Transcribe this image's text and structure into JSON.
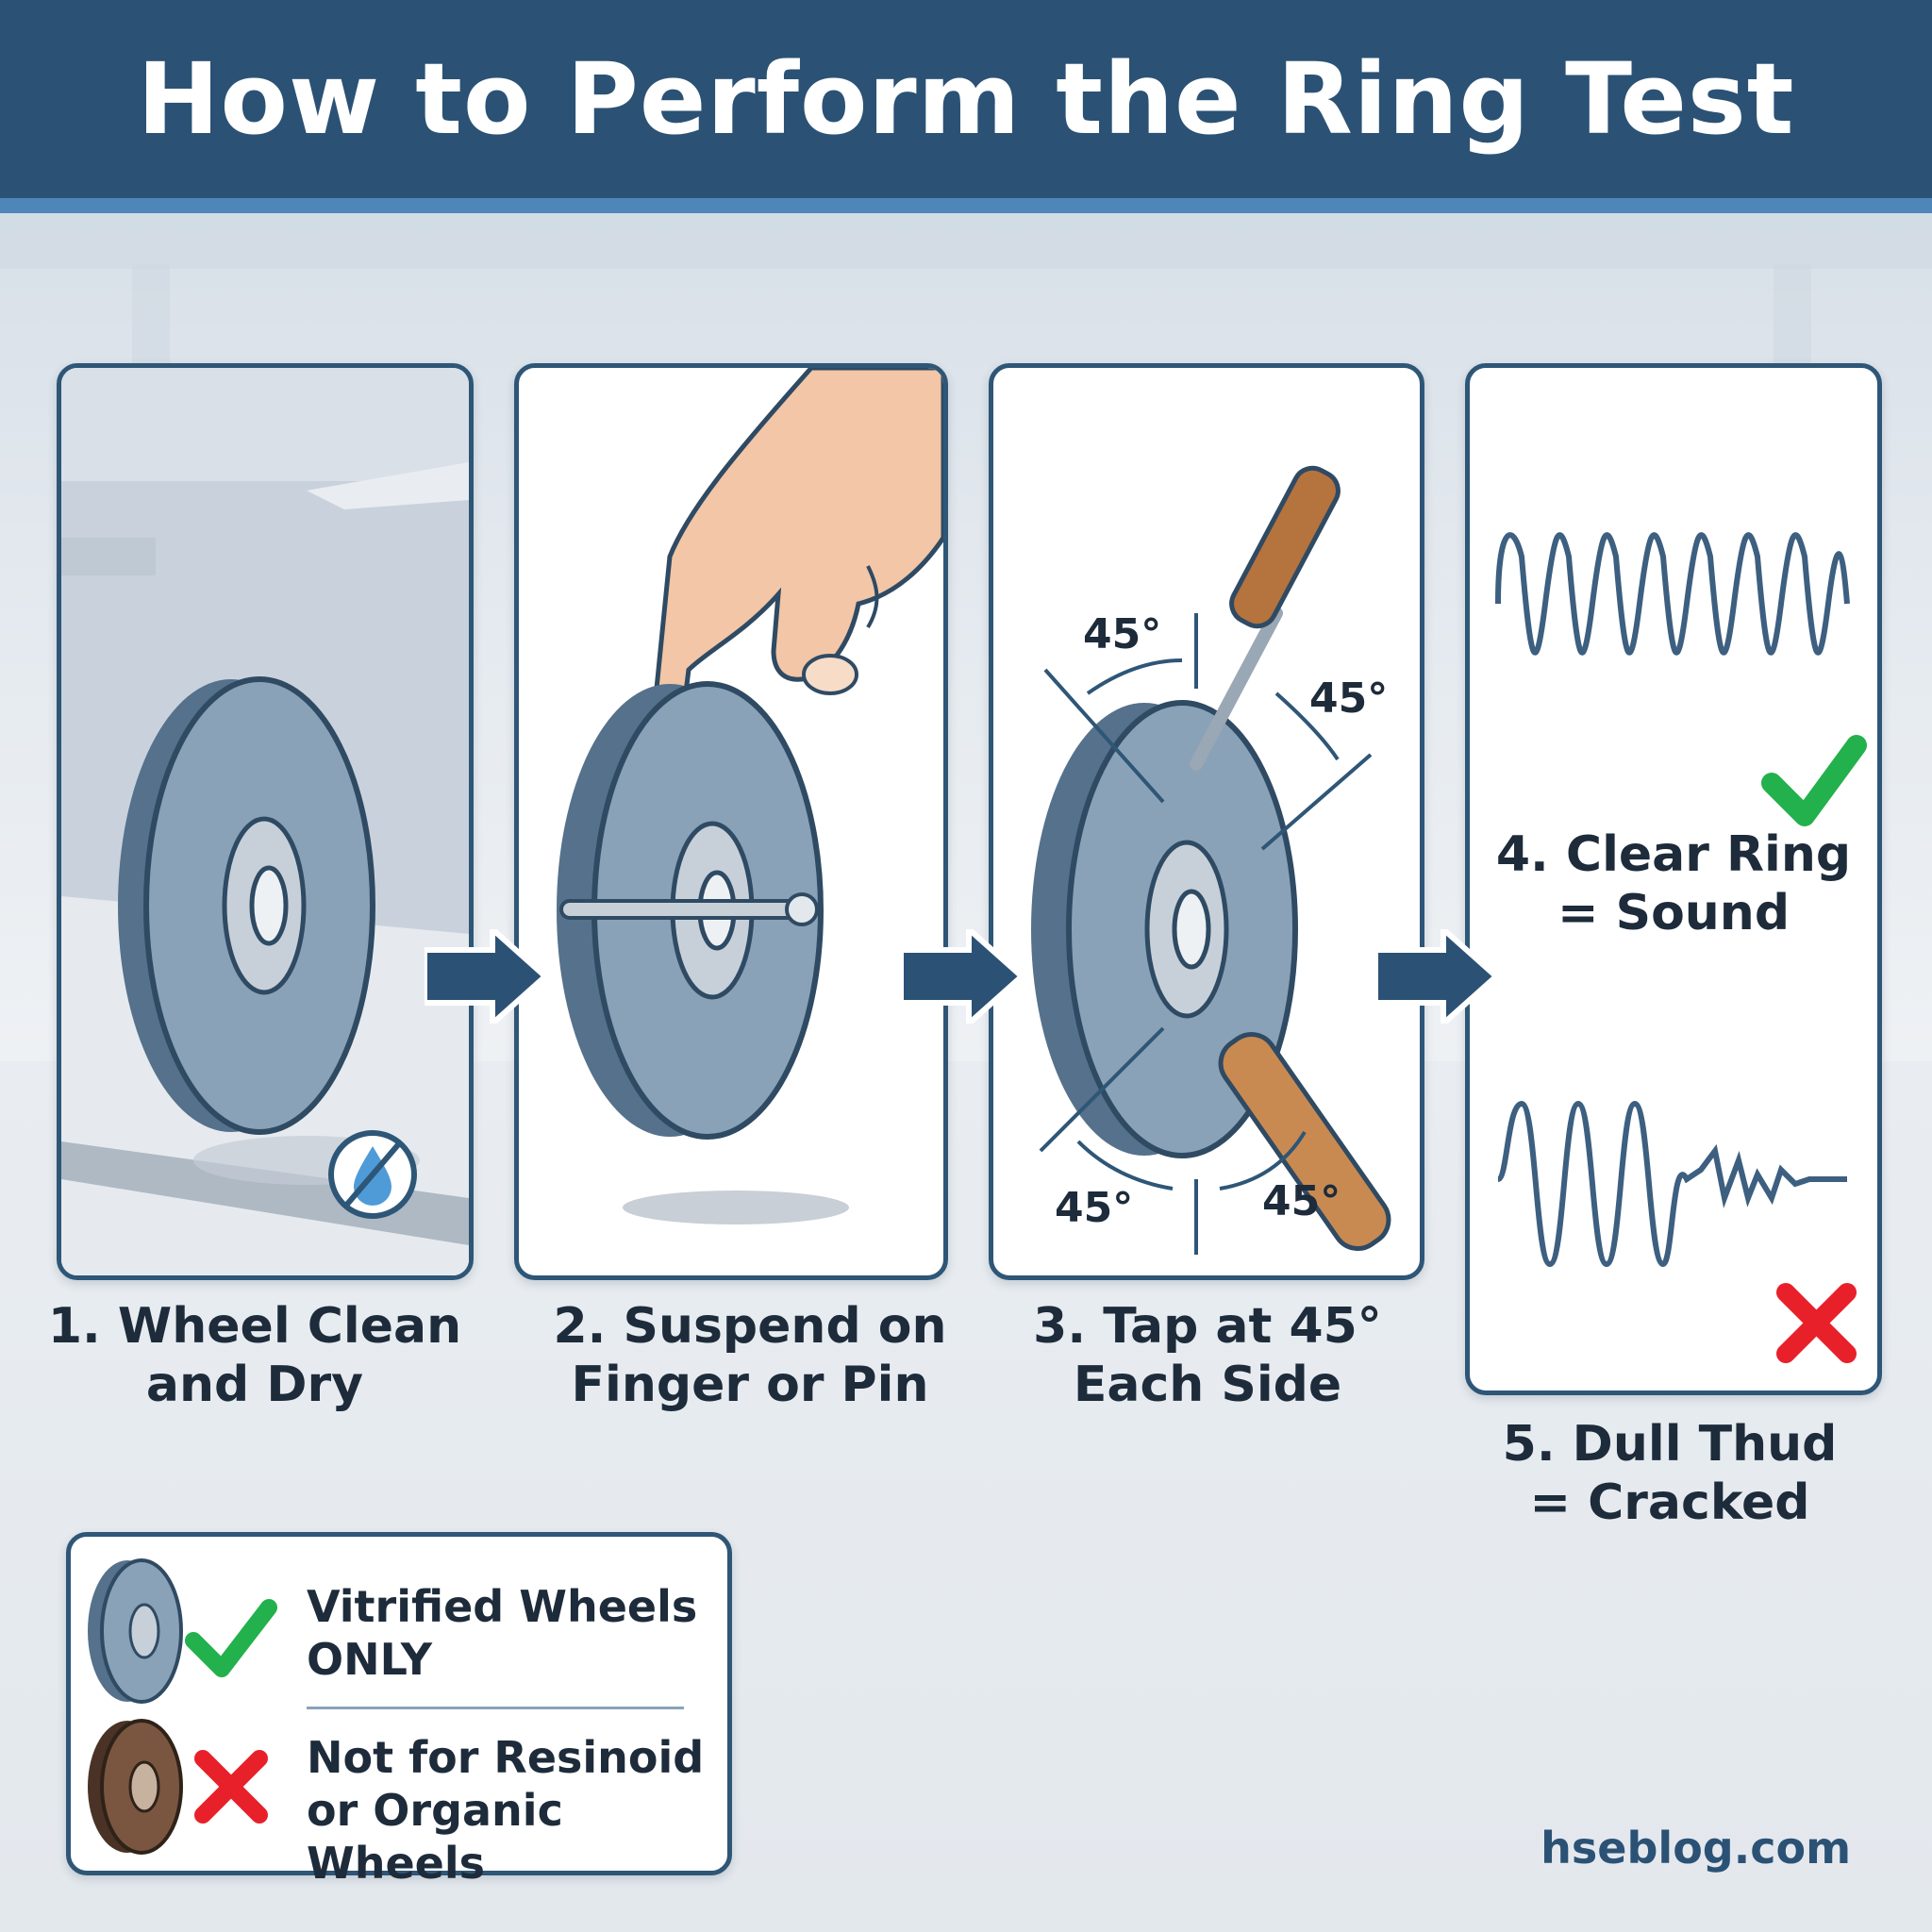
{
  "header": {
    "title": "How to Perform the Ring Test"
  },
  "steps": [
    {
      "line1": "1. Wheel Clean",
      "line2": "and Dry"
    },
    {
      "line1": "2. Suspend on",
      "line2": "Finger or Pin"
    },
    {
      "line1": "3. Tap at 45°",
      "line2": "Each Side"
    },
    {
      "line1": "4. Clear Ring",
      "line2": "= Sound"
    },
    {
      "line1": "5. Dull Thud",
      "line2": "= Cracked"
    }
  ],
  "angles": {
    "top_left": "45°",
    "top_right": "45°",
    "bottom_left": "45°",
    "bottom_right": "45°"
  },
  "legend": {
    "good_line1": "Vitrified Wheels",
    "good_line2": "ONLY",
    "bad_line1": "Not for Resinoid",
    "bad_line2": "or Organic Wheels"
  },
  "footer": {
    "website": "hseblog.com"
  },
  "colors": {
    "header": "#2b5275",
    "accent": "#4f86b9",
    "check": "#22b14c",
    "cross": "#e8202a",
    "wheel": "#6f8aa3"
  }
}
